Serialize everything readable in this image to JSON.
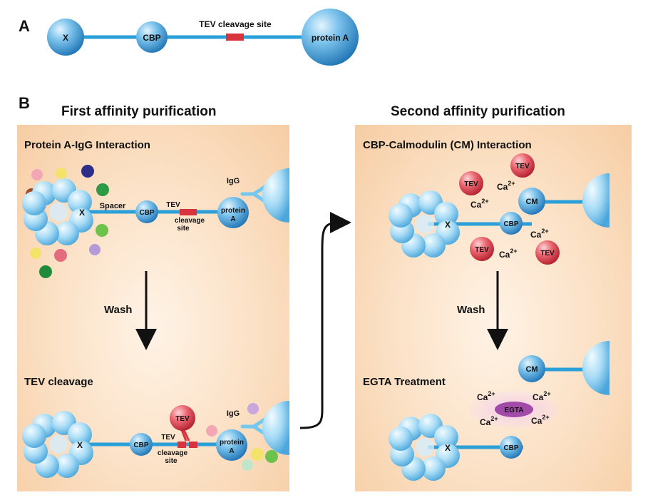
{
  "panel_a": {
    "letter": "A",
    "labels": {
      "x": "X",
      "cbp": "CBP",
      "tev_site": "TEV cleavage site",
      "protein_a": "protein A"
    }
  },
  "panel_b": {
    "letter": "B",
    "first": {
      "heading": "First affinity purification",
      "step1_title": "Protein A-IgG Interaction",
      "step2_title": "TEV cleavage",
      "wash": "Wash",
      "labels": {
        "x": "X",
        "spacer": "Spacer",
        "cbp": "CBP",
        "tev_site_line1": "TEV",
        "tev_site_line2": "cleavage",
        "tev_site_line3": "site",
        "igg": "IgG",
        "protein_a_line1": "protein",
        "protein_a_line2": "A",
        "tev": "TEV"
      }
    },
    "second": {
      "heading": "Second affinity purification",
      "step1_title": "CBP-Calmodulin (CM) Interaction",
      "step2_title": "EGTA Treatment",
      "wash": "Wash",
      "labels": {
        "x": "X",
        "cbp": "CBP",
        "cm": "CM",
        "tev": "TEV",
        "ca": "Ca",
        "ca_sup": "2+",
        "egta": "EGTA"
      }
    }
  },
  "colors": {
    "blue_sphere": "#3d9ad6",
    "linker": "#2a9fd8",
    "tev_red": "#d9343e",
    "panel_background": "#f8d6b3",
    "egta_halo": "#e9b7e0",
    "egta_core": "#a24aa8"
  }
}
